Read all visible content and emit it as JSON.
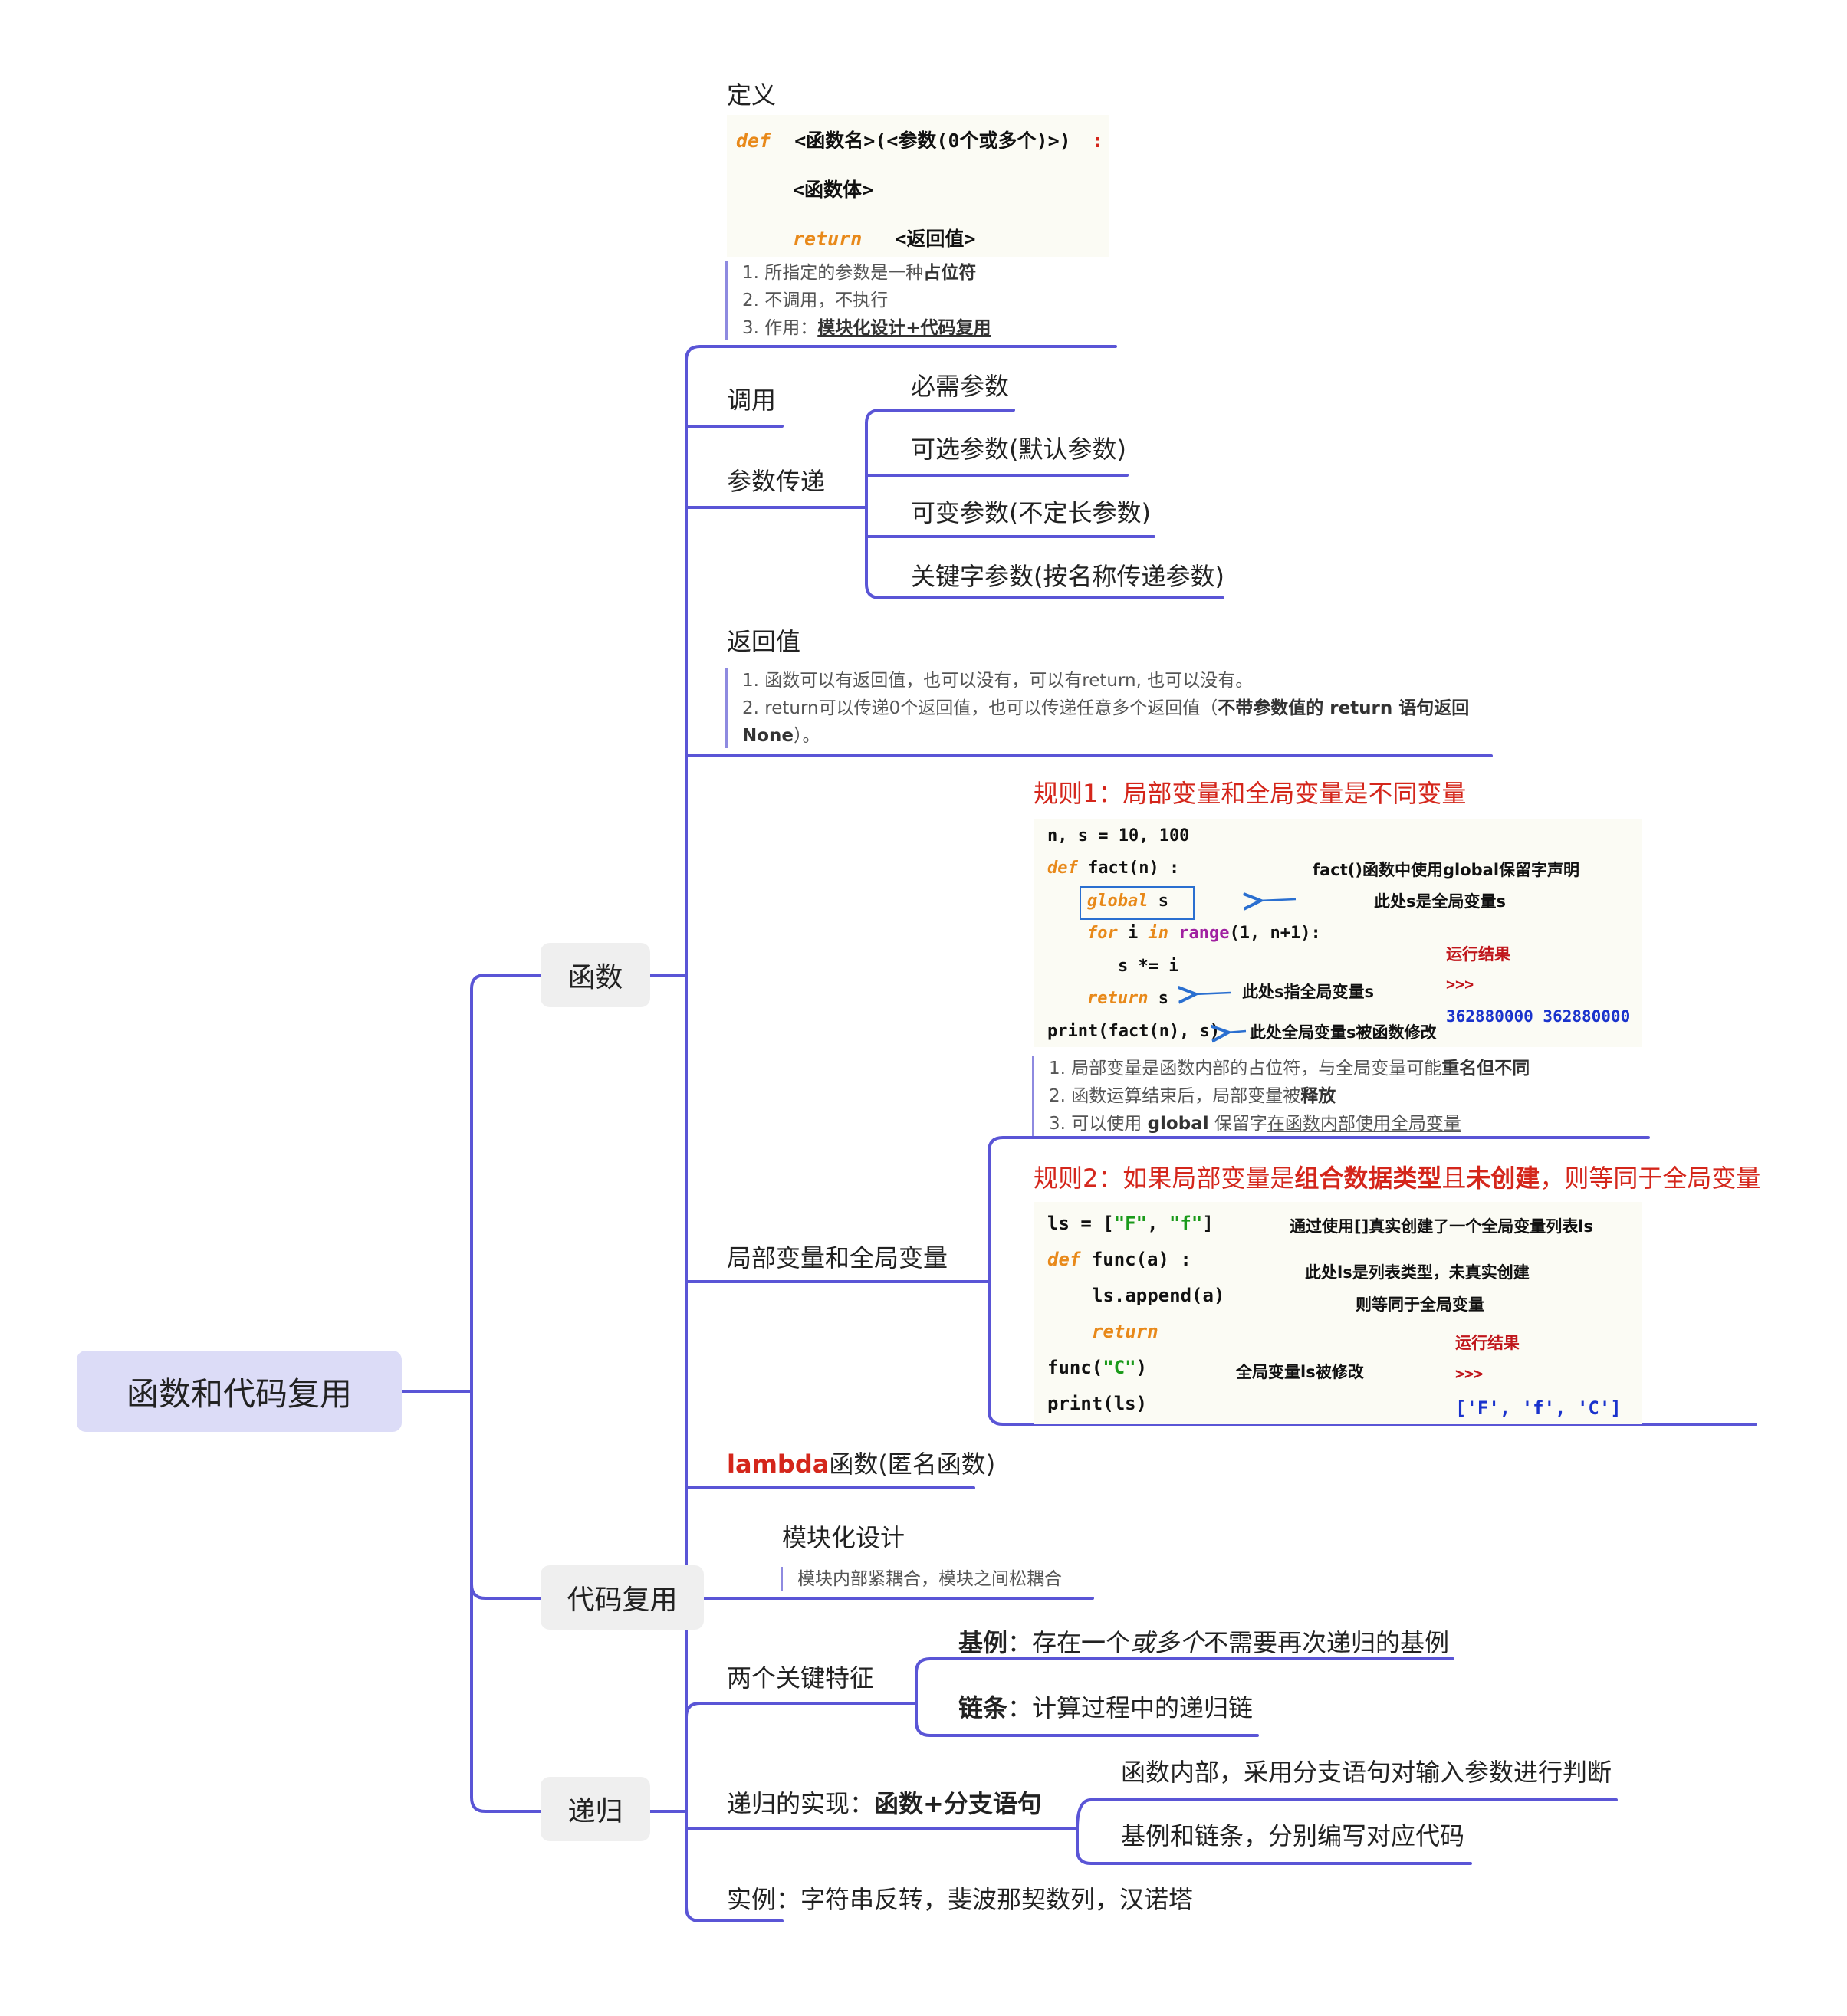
{
  "root": "函数和代码复用",
  "branches": {
    "functions": "函数",
    "code_reuse": "代码复用",
    "recursion": "递归"
  },
  "func": {
    "definition": {
      "label": "定义",
      "code": {
        "def_kw": "def",
        "sig": "<函数名>(<参数(0个或多个)>)",
        "colon": ":",
        "body": "<函数体>",
        "return_kw": "return",
        "ret_val": "<返回值>"
      },
      "notes": {
        "n1_a": "1. 所指定的参数是一种",
        "n1_b": "占位符",
        "n2": "2. 不调用，不执行",
        "n3_a": "3. 作用：",
        "n3_b": "模块化设计+代码复用"
      }
    },
    "call": "调用",
    "params": {
      "label": "参数传递",
      "items": [
        "必需参数",
        "可选参数(默认参数)",
        "可变参数(不定长参数)",
        "关键字参数(按名称传递参数)"
      ]
    },
    "return_value": {
      "label": "返回值",
      "note1": "1. 函数可以有返回值，也可以没有，可以有return, 也可以没有。",
      "note2_a": "2. return可以传递0个返回值，也可以传递任意多个返回值（",
      "note2_b": "不带参数值的 return 语句返回",
      "note2_c": "None",
      "note2_d": "）。"
    },
    "scope": {
      "label": "局部变量和全局变量",
      "rule1": {
        "title": "规则1：局部变量和全局变量是不同变量",
        "code": {
          "l1": "n, s = 10, 100",
          "l2_def": "def",
          "l2_rest": "fact(n) :",
          "l3_global": "global",
          "l3_s": "s",
          "l4_for": "for",
          "l4_i": "i",
          "l4_in": "in",
          "l4_range": "range",
          "l4_rest": "(1, n+1):",
          "l5": "s *= i",
          "l6_ret": "return",
          "l6_s": "s",
          "l7": "print(fact(n), s)"
        },
        "ann1": "fact()函数中使用global保留字声明",
        "ann2": "此处s是全局变量s",
        "ann3": "此处s指全局变量s",
        "ann4": "此处全局变量s被函数修改",
        "result_label": "运行结果",
        "prompt": ">>>",
        "output": "362880000 362880000",
        "notes": {
          "n1_a": "1. 局部变量是函数内部的占位符，与全局变量可能",
          "n1_b": "重名但不同",
          "n2_a": "2. 函数运算结束后，局部变量被",
          "n2_b": "释放",
          "n3_a": "3. 可以使用 ",
          "n3_b": "global",
          "n3_c": " 保留字",
          "n3_d": "在函数内部使用全局变量"
        }
      },
      "rule2": {
        "title_a": "规则2：如果局部变量是",
        "title_b": "组合数据类型",
        "title_c": "且",
        "title_d": "未创建",
        "title_e": "，则等同于全局变量",
        "code": {
          "l1_a": "ls = [",
          "l1_f1": "\"F\"",
          "l1_comma": ", ",
          "l1_f2": "\"f\"",
          "l1_end": "]",
          "l2_def": "def",
          "l2_rest": "func(a) :",
          "l3": "ls.append(a)",
          "l4": "return",
          "l5_a": "func(",
          "l5_c": "\"C\"",
          "l5_b": ")",
          "l6": "print(ls)"
        },
        "ann1": "通过使用[]真实创建了一个全局变量列表ls",
        "ann2": "此处ls是列表类型，未真实创建",
        "ann3": "则等同于全局变量",
        "ann4": "全局变量ls被修改",
        "result_label": "运行结果",
        "prompt": ">>>",
        "output": "['F', 'f', 'C']"
      }
    },
    "lambda": {
      "kw": "lambda",
      "rest": "函数(匿名函数)"
    }
  },
  "reuse": {
    "modular": "模块化设计",
    "note": "模块内部紧耦合，模块之间松耦合"
  },
  "rec": {
    "features": {
      "label": "两个关键特征",
      "base_b": "基例",
      "base_rest_a": "：存在一个",
      "base_rest_i": "或多个",
      "base_rest_b": "不需要再次递归的基例",
      "chain_b": "链条",
      "chain_rest": "：计算过程中的递归链"
    },
    "impl": {
      "label_a": "递归的实现：",
      "label_b": "函数+分支语句",
      "c1": "函数内部，采用分支语句对输入参数进行判断",
      "c2": "基例和链条，分别编写对应代码"
    },
    "examples": "实例：字符串反转，斐波那契数列，汉诺塔"
  },
  "colors": {
    "connector": "#5a55d6",
    "root_bg": "#dcdcf7",
    "branch_bg": "#efefef",
    "rule_red": "#d4261b",
    "arrow_blue": "#2a6fd0"
  }
}
